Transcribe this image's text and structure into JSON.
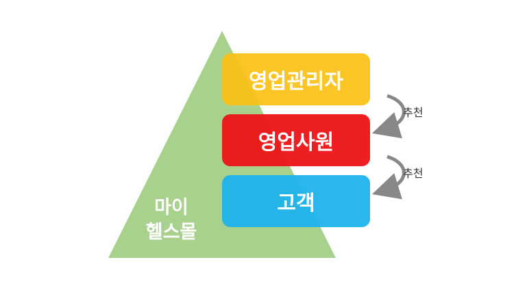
{
  "pyramid": {
    "label_lines": [
      "마이",
      "헬스몰"
    ],
    "color": "#a9d18e"
  },
  "hierarchy": [
    {
      "label": "영업관리자",
      "color": "#fac114"
    },
    {
      "label": "영업사원",
      "color": "#ec1316"
    },
    {
      "label": "고객",
      "color": "#1ab2ee"
    }
  ],
  "arrows": [
    {
      "label": "추천"
    },
    {
      "label": "추천"
    }
  ],
  "colors": {
    "arrow": "#888888"
  }
}
